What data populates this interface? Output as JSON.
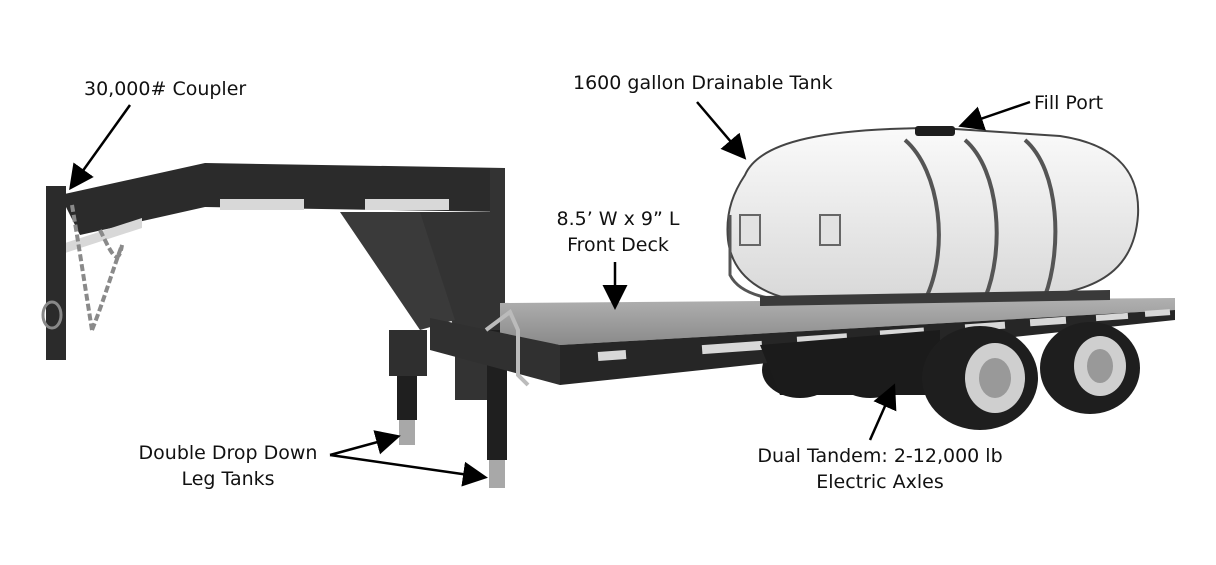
{
  "labels": {
    "coupler": "30,000# Coupler",
    "tank": "1600 gallon Drainable Tank",
    "fill_port": "Fill Port",
    "deck_line1": "8.5’ W x 9” L",
    "deck_line2": "Front Deck",
    "legs_line1": "Double Drop Down",
    "legs_line2": "Leg Tanks",
    "axles_line1": "Dual Tandem: 2-12,000 lb",
    "axles_line2": "Electric Axles"
  },
  "colors": {
    "frame": "#2b2b2b",
    "deck": "#9a9a9a",
    "tank": "#f0f0f0",
    "tire": "#1e1e1e",
    "rim": "#cfcfcf"
  }
}
